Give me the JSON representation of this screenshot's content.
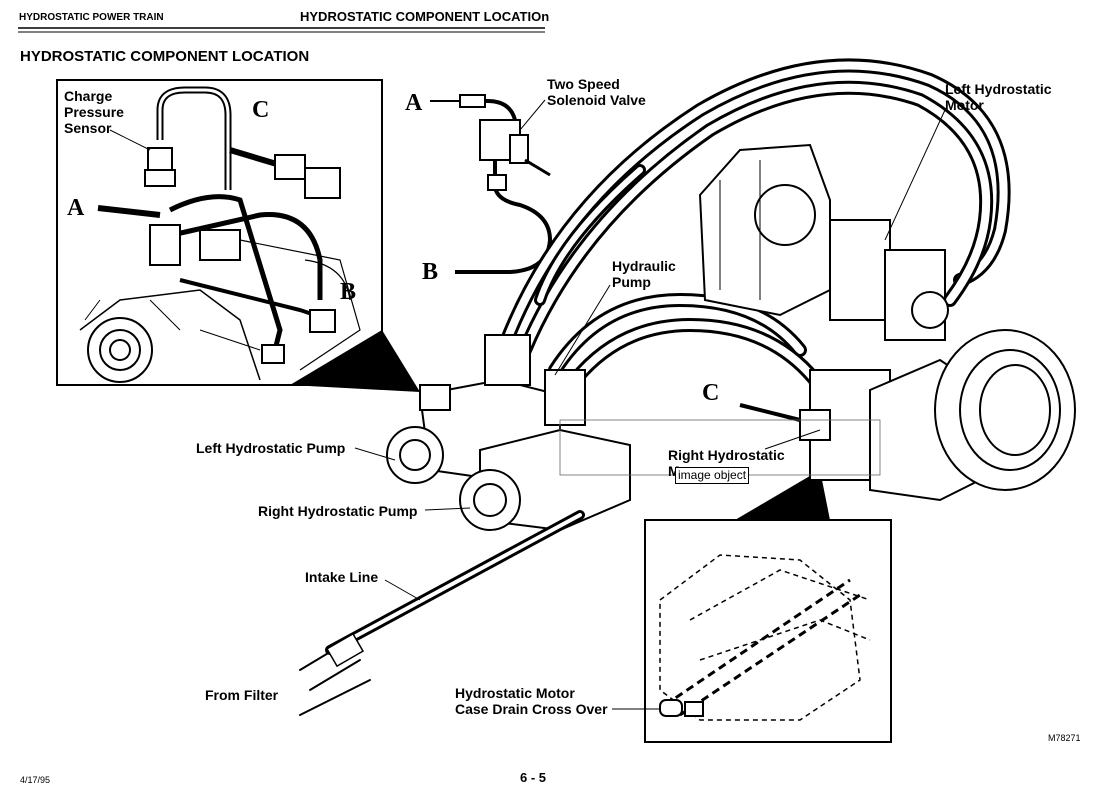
{
  "header": {
    "section": "HYDROSTATIC POWER TRAIN",
    "title": "HYDROSTATIC COMPONENT LOCATIOn"
  },
  "page_title": "HYDROSTATIC COMPONENT LOCATION",
  "labels": {
    "charge_pressure_sensor": [
      "Charge",
      "Pressure",
      "Sensor"
    ],
    "two_speed_solenoid": [
      "Two Speed",
      "Solenoid Valve"
    ],
    "left_motor": [
      "Left Hydrostatic",
      "Motor"
    ],
    "hydraulic_pump": [
      "Hydraulic",
      "Pump"
    ],
    "left_pump": "Left Hydrostatic Pump",
    "right_motor": [
      "Right Hydrostatic",
      "M"
    ],
    "right_pump": "Right Hydrostatic Pump",
    "intake_line": "Intake Line",
    "from_filter": "From Filter",
    "case_drain": [
      "Hydrostatic Motor",
      "Case Drain Cross Over"
    ]
  },
  "letters": {
    "a": "A",
    "b": "B",
    "c": "C"
  },
  "tooltip": "image object",
  "figure_id": "M78271",
  "footer": {
    "date": "4/17/95",
    "page": "6 - 5"
  }
}
